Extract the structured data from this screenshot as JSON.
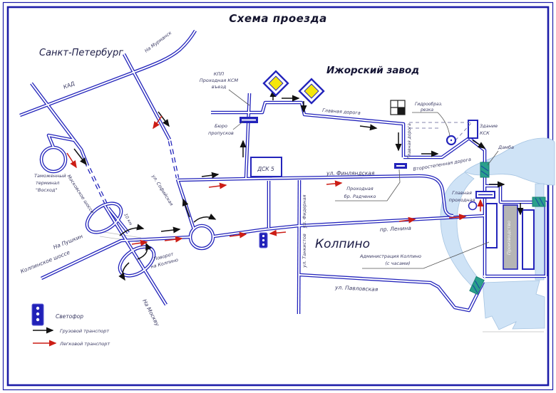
{
  "title": "Схема проезда",
  "regions": {
    "spb": "Санкт-Петербург",
    "plant": "Ижорский завод",
    "city": "Колпино"
  },
  "roads": {
    "kad": "КАД",
    "murmansk": "На Мурманск",
    "moskovskoe": "Московское шоссе",
    "sofiyskaya": "ул. Софийская",
    "pushkin": "На Пушкин",
    "kolpinskoe": "Колпинское шоссе",
    "moskva": "На Москву",
    "km10": "10 км",
    "povorot_1": "Поворот",
    "povorot_2": "на Колпино",
    "finlyandskaya": "ул. Финляндская",
    "glavnaya": "Главная дорога",
    "glavnaya_vertical": "Главная дорога",
    "vtorostepennaya": "Второстепенная дорога",
    "lenina": "пр. Ленина",
    "fidernaya": "ул. Фидерная",
    "tankistov": "ул. Танкистов",
    "pavlovskaya": "ул. Павловская"
  },
  "places": {
    "kpp_1": "КПП",
    "kpp_2": "Проходная КСМ",
    "kpp_3": "въезд",
    "byuro_1": "Бюро",
    "byuro_2": "пропусков",
    "dsk": "ДСК 5",
    "gidro_1": "Гидрообраз.",
    "gidro_2": "резка",
    "ksk_1": "Здание",
    "ksk_2": "КСК",
    "damba": "Дамба",
    "radchenko_1": "Проходная",
    "radchenko_2": "бр. Радченко",
    "glav_prohodnaya_1": "Главная",
    "glav_prohodnaya_2": "проходная",
    "admin_1": "Администрация Колпино",
    "admin_2": "(с часами)",
    "terminal_1": "Таможенный",
    "terminal_2": "терминал",
    "terminal_3": "\"Восход\"",
    "proizvodstvo": "Производство"
  },
  "legend": {
    "svetofor": "Светофор",
    "gruzovoy": "Грузовой транспорт",
    "legkovoy": "Легковой транспорт"
  },
  "colors": {
    "road": "#2324bb",
    "frame": "#1d1da8",
    "water": "#cfe3f6",
    "text": "#3a3a63",
    "sign_yellow": "#f4e60a",
    "arrow_red": "#cc1d15",
    "arrow_black": "#111111",
    "bridge_teal": "#2aa08c",
    "building_gray": "#b5b5b5"
  }
}
